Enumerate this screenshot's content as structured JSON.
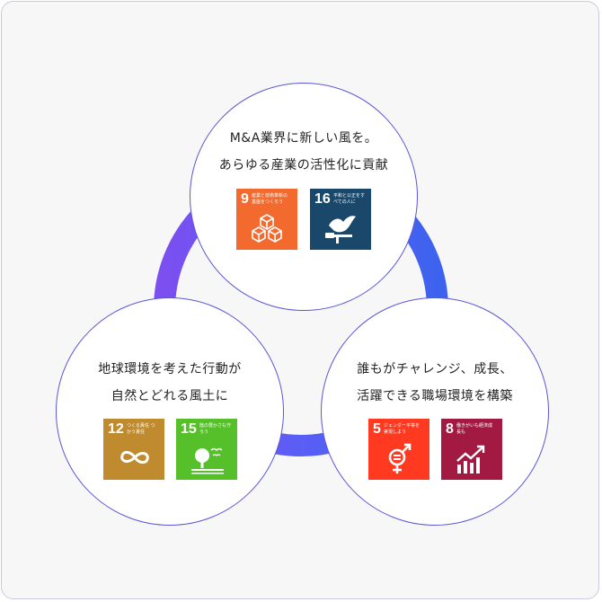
{
  "colors": {
    "ring_gradient": [
      "#7b4ff0",
      "#4a6cf7",
      "#3d63ee"
    ],
    "circle_border": "#5a55d8",
    "sdg_9": "#f26a2e",
    "sdg_16": "#19486a",
    "sdg_12": "#bf8b2e",
    "sdg_15": "#56c02b",
    "sdg_5": "#ff3a21",
    "sdg_8": "#a21942"
  },
  "circles": {
    "top": {
      "line1": "M&A業界に新しい風を。",
      "line2": "あらゆる産業の活性化に貢献",
      "goals": [
        {
          "num": "9",
          "label": "産業と技術革新の基盤をつくろう",
          "icon": "industry-cubes-icon"
        },
        {
          "num": "16",
          "label": "平和と公正をすべての人に",
          "icon": "peace-dove-icon"
        }
      ]
    },
    "left": {
      "line1": "地球環境を考えた行動が",
      "line2": "自然とどれる風土に",
      "goals": [
        {
          "num": "12",
          "label": "つくる責任 つかう責任",
          "icon": "infinity-icon"
        },
        {
          "num": "15",
          "label": "陸の豊かさも守ろう",
          "icon": "tree-birds-icon"
        }
      ]
    },
    "right": {
      "line1": "誰もがチャレンジ、成長、",
      "line2": "活躍できる職場環境を構築",
      "goals": [
        {
          "num": "5",
          "label": "ジェンダー平等を実現しよう",
          "icon": "gender-equality-icon"
        },
        {
          "num": "8",
          "label": "働きがいも経済成長も",
          "icon": "growth-chart-icon"
        }
      ]
    }
  }
}
